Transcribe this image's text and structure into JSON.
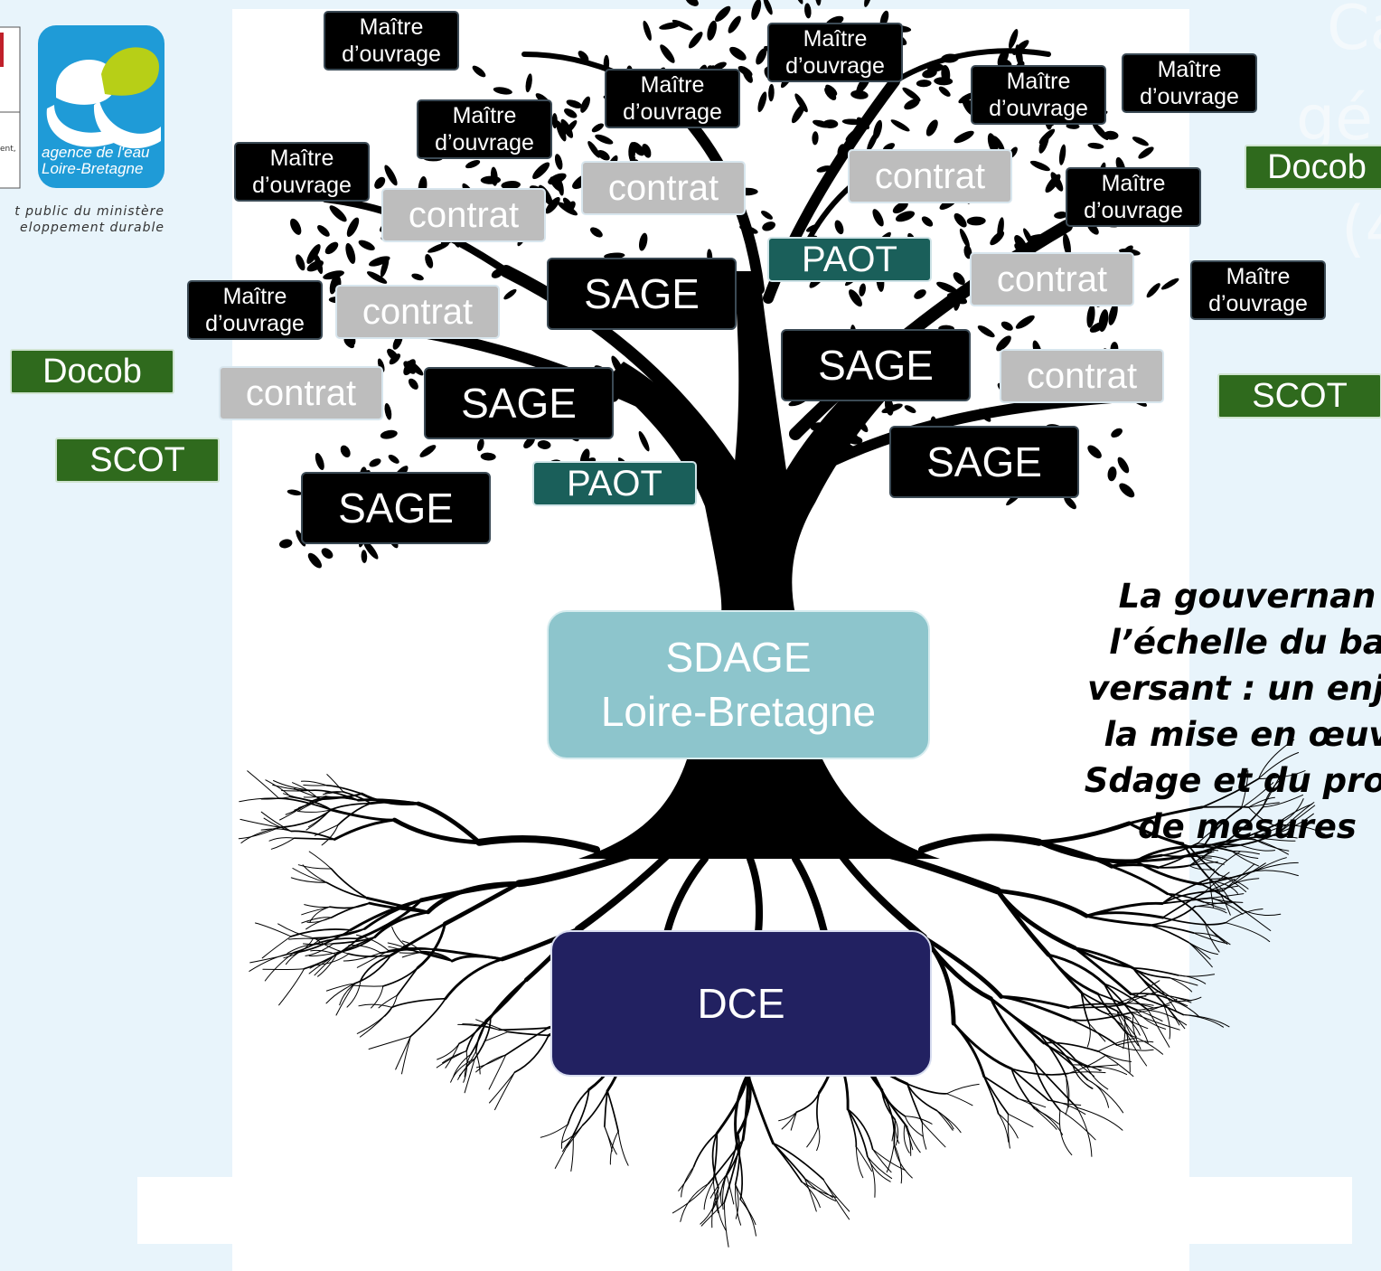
{
  "logo": {
    "agency_name": "agence de l'eau\nLoire-Bretagne",
    "mission_text": "t public du ministère\neloppement durable",
    "partial_text": "ent,",
    "colors": {
      "blue": "#1f9bd7",
      "green": "#b7cf17"
    }
  },
  "ghost_title": [
    "Ca",
    "gé",
    "(4"
  ],
  "tree": {
    "maitre_label": "Maître\nd’ouvrage",
    "contrat_label": "contrat",
    "sage_label": "SAGE",
    "paot_label": "PAOT",
    "docob_label": "Docob",
    "scot_label": "SCOT",
    "trunk": "SDAGE\nLoire-Bretagne",
    "roots": "DCE"
  },
  "caption": "La gouvernan\nl’échelle du ba\nversant : un enje\nla mise en œuv\nSdage et du prog\nde mesures",
  "colors": {
    "maitre": "#000000",
    "contrat": "#bdbdbd",
    "sage": "#000000",
    "paot": "#1a5f5a",
    "docob_scot": "#2f6a1d",
    "sdage": "#8dc5cc",
    "dce": "#222161",
    "background": "#e8f4fb"
  }
}
